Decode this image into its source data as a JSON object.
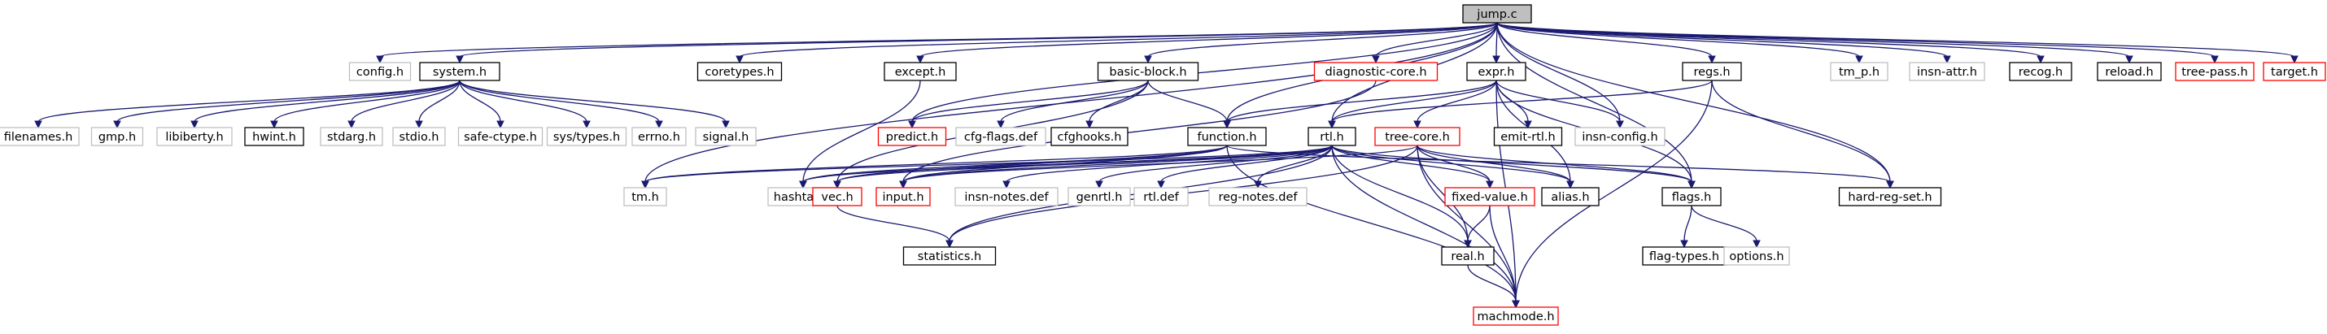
{
  "graph": {
    "colors": {
      "edge": "#191970",
      "default_border": "#000000",
      "missing_border": "#bfbfbf",
      "truncated_border": "#ff0000",
      "root_fill": "#bfbfbf",
      "node_fill": "#ffffff"
    },
    "nodes": [
      {
        "id": "jump_c",
        "label": "jump.c",
        "kind": "root"
      },
      {
        "id": "config_h",
        "label": "config.h",
        "kind": "missing"
      },
      {
        "id": "system_h",
        "label": "system.h",
        "kind": "default"
      },
      {
        "id": "coretypes_h",
        "label": "coretypes.h",
        "kind": "default"
      },
      {
        "id": "except_h",
        "label": "except.h",
        "kind": "default"
      },
      {
        "id": "basic_block_h",
        "label": "basic-block.h",
        "kind": "default"
      },
      {
        "id": "diagnostic_core_h",
        "label": "diagnostic-core.h",
        "kind": "truncated"
      },
      {
        "id": "expr_h",
        "label": "expr.h",
        "kind": "default"
      },
      {
        "id": "regs_h",
        "label": "regs.h",
        "kind": "default"
      },
      {
        "id": "tm_p_h",
        "label": "tm_p.h",
        "kind": "missing"
      },
      {
        "id": "insn_attr_h",
        "label": "insn-attr.h",
        "kind": "missing"
      },
      {
        "id": "recog_h",
        "label": "recog.h",
        "kind": "default"
      },
      {
        "id": "reload_h",
        "label": "reload.h",
        "kind": "default"
      },
      {
        "id": "tree_pass_h",
        "label": "tree-pass.h",
        "kind": "truncated"
      },
      {
        "id": "target_h",
        "label": "target.h",
        "kind": "truncated"
      },
      {
        "id": "filenames_h",
        "label": "filenames.h",
        "kind": "missing"
      },
      {
        "id": "gmp_h",
        "label": "gmp.h",
        "kind": "missing"
      },
      {
        "id": "libiberty_h",
        "label": "libiberty.h",
        "kind": "missing"
      },
      {
        "id": "hwint_h",
        "label": "hwint.h",
        "kind": "default"
      },
      {
        "id": "stdarg_h",
        "label": "stdarg.h",
        "kind": "missing"
      },
      {
        "id": "stdio_h",
        "label": "stdio.h",
        "kind": "missing"
      },
      {
        "id": "safe_ctype_h",
        "label": "safe-ctype.h",
        "kind": "missing"
      },
      {
        "id": "sys_types_h",
        "label": "sys/types.h",
        "kind": "missing"
      },
      {
        "id": "errno_h",
        "label": "errno.h",
        "kind": "missing"
      },
      {
        "id": "signal_h",
        "label": "signal.h",
        "kind": "missing"
      },
      {
        "id": "predict_h",
        "label": "predict.h",
        "kind": "truncated"
      },
      {
        "id": "cfg_flags_def",
        "label": "cfg-flags.def",
        "kind": "missing"
      },
      {
        "id": "cfghooks_h",
        "label": "cfghooks.h",
        "kind": "default"
      },
      {
        "id": "function_h",
        "label": "function.h",
        "kind": "default"
      },
      {
        "id": "rtl_h",
        "label": "rtl.h",
        "kind": "default"
      },
      {
        "id": "tree_core_h",
        "label": "tree-core.h",
        "kind": "truncated"
      },
      {
        "id": "emit_rtl_h",
        "label": "emit-rtl.h",
        "kind": "default"
      },
      {
        "id": "insn_config_h",
        "label": "insn-config.h",
        "kind": "missing"
      },
      {
        "id": "tm_h",
        "label": "tm.h",
        "kind": "missing"
      },
      {
        "id": "hashtab_h",
        "label": "hashtab.h",
        "kind": "missing"
      },
      {
        "id": "vec_h",
        "label": "vec.h",
        "kind": "truncated"
      },
      {
        "id": "input_h",
        "label": "input.h",
        "kind": "truncated"
      },
      {
        "id": "insn_notes_def",
        "label": "insn-notes.def",
        "kind": "missing"
      },
      {
        "id": "genrtl_h",
        "label": "genrtl.h",
        "kind": "missing"
      },
      {
        "id": "rtl_def",
        "label": "rtl.def",
        "kind": "missing"
      },
      {
        "id": "reg_notes_def",
        "label": "reg-notes.def",
        "kind": "missing"
      },
      {
        "id": "fixed_value_h",
        "label": "fixed-value.h",
        "kind": "truncated"
      },
      {
        "id": "alias_h",
        "label": "alias.h",
        "kind": "default"
      },
      {
        "id": "flags_h",
        "label": "flags.h",
        "kind": "default"
      },
      {
        "id": "hard_reg_set_h",
        "label": "hard-reg-set.h",
        "kind": "default"
      },
      {
        "id": "statistics_h",
        "label": "statistics.h",
        "kind": "default"
      },
      {
        "id": "real_h",
        "label": "real.h",
        "kind": "default"
      },
      {
        "id": "flag_types_h",
        "label": "flag-types.h",
        "kind": "default"
      },
      {
        "id": "options_h",
        "label": "options.h",
        "kind": "missing"
      },
      {
        "id": "machmode_h",
        "label": "machmode.h",
        "kind": "truncated"
      }
    ],
    "edges": [
      [
        "jump_c",
        "config_h"
      ],
      [
        "jump_c",
        "system_h"
      ],
      [
        "jump_c",
        "coretypes_h"
      ],
      [
        "jump_c",
        "except_h"
      ],
      [
        "jump_c",
        "basic_block_h"
      ],
      [
        "jump_c",
        "diagnostic_core_h"
      ],
      [
        "jump_c",
        "expr_h"
      ],
      [
        "jump_c",
        "regs_h"
      ],
      [
        "jump_c",
        "tm_p_h"
      ],
      [
        "jump_c",
        "insn_attr_h"
      ],
      [
        "jump_c",
        "recog_h"
      ],
      [
        "jump_c",
        "reload_h"
      ],
      [
        "jump_c",
        "tree_pass_h"
      ],
      [
        "jump_c",
        "target_h"
      ],
      [
        "jump_c",
        "tm_h"
      ],
      [
        "jump_c",
        "predict_h"
      ],
      [
        "jump_c",
        "function_h"
      ],
      [
        "jump_c",
        "rtl_h"
      ],
      [
        "jump_c",
        "flags_h"
      ],
      [
        "jump_c",
        "insn_config_h"
      ],
      [
        "jump_c",
        "hard_reg_set_h"
      ],
      [
        "system_h",
        "filenames_h"
      ],
      [
        "system_h",
        "gmp_h"
      ],
      [
        "system_h",
        "libiberty_h"
      ],
      [
        "system_h",
        "hwint_h"
      ],
      [
        "system_h",
        "stdarg_h"
      ],
      [
        "system_h",
        "stdio_h"
      ],
      [
        "system_h",
        "safe_ctype_h"
      ],
      [
        "system_h",
        "sys_types_h"
      ],
      [
        "system_h",
        "errno_h"
      ],
      [
        "system_h",
        "signal_h"
      ],
      [
        "except_h",
        "hashtab_h"
      ],
      [
        "basic_block_h",
        "predict_h"
      ],
      [
        "basic_block_h",
        "cfg_flags_def"
      ],
      [
        "basic_block_h",
        "cfghooks_h"
      ],
      [
        "basic_block_h",
        "function_h"
      ],
      [
        "basic_block_h",
        "vec_h"
      ],
      [
        "diagnostic_core_h",
        "input_h"
      ],
      [
        "expr_h",
        "function_h"
      ],
      [
        "expr_h",
        "rtl_h"
      ],
      [
        "expr_h",
        "tree_core_h"
      ],
      [
        "expr_h",
        "emit_rtl_h"
      ],
      [
        "expr_h",
        "insn_config_h"
      ],
      [
        "expr_h",
        "alias_h"
      ],
      [
        "expr_h",
        "flags_h"
      ],
      [
        "expr_h",
        "machmode_h"
      ],
      [
        "regs_h",
        "rtl_h"
      ],
      [
        "regs_h",
        "hard_reg_set_h"
      ],
      [
        "regs_h",
        "machmode_h"
      ],
      [
        "function_h",
        "tm_h"
      ],
      [
        "function_h",
        "hashtab_h"
      ],
      [
        "function_h",
        "vec_h"
      ],
      [
        "function_h",
        "input_h"
      ],
      [
        "function_h",
        "hard_reg_set_h"
      ],
      [
        "function_h",
        "machmode_h"
      ],
      [
        "rtl_h",
        "tm_h"
      ],
      [
        "rtl_h",
        "hashtab_h"
      ],
      [
        "rtl_h",
        "vec_h"
      ],
      [
        "rtl_h",
        "input_h"
      ],
      [
        "rtl_h",
        "insn_notes_def"
      ],
      [
        "rtl_h",
        "genrtl_h"
      ],
      [
        "rtl_h",
        "rtl_def"
      ],
      [
        "rtl_h",
        "reg_notes_def"
      ],
      [
        "rtl_h",
        "statistics_h"
      ],
      [
        "rtl_h",
        "fixed_value_h"
      ],
      [
        "rtl_h",
        "alias_h"
      ],
      [
        "rtl_h",
        "flags_h"
      ],
      [
        "rtl_h",
        "real_h"
      ],
      [
        "rtl_h",
        "machmode_h"
      ],
      [
        "tree_core_h",
        "input_h"
      ],
      [
        "tree_core_h",
        "statistics_h"
      ],
      [
        "tree_core_h",
        "fixed_value_h"
      ],
      [
        "tree_core_h",
        "alias_h"
      ],
      [
        "tree_core_h",
        "flags_h"
      ],
      [
        "tree_core_h",
        "real_h"
      ],
      [
        "tree_core_h",
        "machmode_h"
      ],
      [
        "vec_h",
        "statistics_h"
      ],
      [
        "fixed_value_h",
        "real_h"
      ],
      [
        "fixed_value_h",
        "machmode_h"
      ],
      [
        "flags_h",
        "flag_types_h"
      ],
      [
        "flags_h",
        "options_h"
      ],
      [
        "real_h",
        "machmode_h"
      ]
    ]
  }
}
